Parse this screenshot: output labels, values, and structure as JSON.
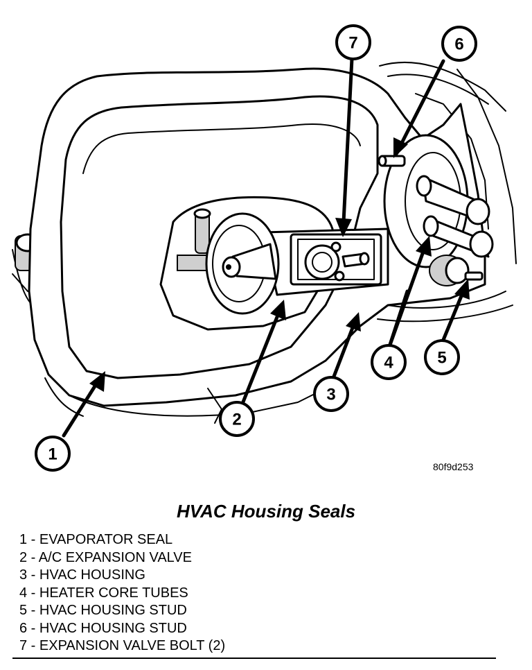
{
  "figure": {
    "code": "80f9d253",
    "title": "HVAC Housing Seals"
  },
  "callouts": [
    "1",
    "2",
    "3",
    "4",
    "5",
    "6",
    "7"
  ],
  "legend": [
    "1 - EVAPORATOR SEAL",
    "2 - A/C EXPANSION VALVE",
    "3 - HVAC HOUSING",
    "4 - HEATER CORE TUBES",
    "5 - HVAC HOUSING STUD",
    "6 - HVAC HOUSING STUD",
    "7 - EXPANSION VALVE BOLT (2)"
  ]
}
